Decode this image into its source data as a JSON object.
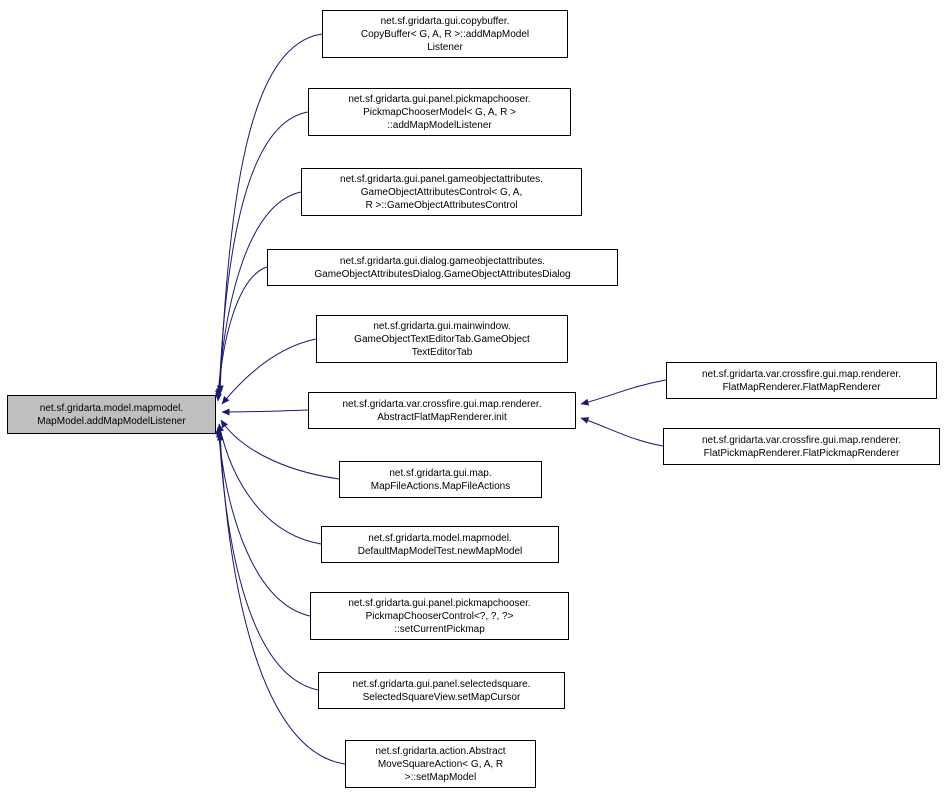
{
  "diagram": {
    "type": "doxygen-caller-graph",
    "background_color": "#ffffff",
    "edge_color": "#191970",
    "node_border_color": "#000000",
    "focus_node_fill": "#bfbfbf"
  },
  "center": {
    "label": "net.sf.gridarta.model.mapmodel.\nMapModel.addMapModelListener"
  },
  "callers": [
    {
      "label": "net.sf.gridarta.gui.copybuffer.\nCopyBuffer< G, A, R >::addMapModel\nListener"
    },
    {
      "label": "net.sf.gridarta.gui.panel.pickmapchooser.\nPickmapChooserModel< G, A, R >\n::addMapModelListener"
    },
    {
      "label": "net.sf.gridarta.gui.panel.gameobjectattributes.\nGameObjectAttributesControl< G, A,\nR >::GameObjectAttributesControl"
    },
    {
      "label": "net.sf.gridarta.gui.dialog.gameobjectattributes.\nGameObjectAttributesDialog.GameObjectAttributesDialog"
    },
    {
      "label": "net.sf.gridarta.gui.mainwindow.\nGameObjectTextEditorTab.GameObject\nTextEditorTab"
    },
    {
      "label": "net.sf.gridarta.var.crossfire.gui.map.renderer.\nAbstractFlatMapRenderer.init"
    },
    {
      "label": "net.sf.gridarta.gui.map.\nMapFileActions.MapFileActions"
    },
    {
      "label": "net.sf.gridarta.model.mapmodel.\nDefaultMapModelTest.newMapModel"
    },
    {
      "label": "net.sf.gridarta.gui.panel.pickmapchooser.\nPickmapChooserControl<?, ?, ?>\n::setCurrentPickmap"
    },
    {
      "label": "net.sf.gridarta.gui.panel.selectedsquare.\nSelectedSquareView.setMapCursor"
    },
    {
      "label": "net.sf.gridarta.action.Abstract\nMoveSquareAction< G, A, R\n>::setMapModel"
    }
  ],
  "secondary_callers": [
    {
      "label": "net.sf.gridarta.var.crossfire.gui.map.renderer.\nFlatMapRenderer.FlatMapRenderer"
    },
    {
      "label": "net.sf.gridarta.var.crossfire.gui.map.renderer.\nFlatPickmapRenderer.FlatPickmapRenderer"
    }
  ]
}
